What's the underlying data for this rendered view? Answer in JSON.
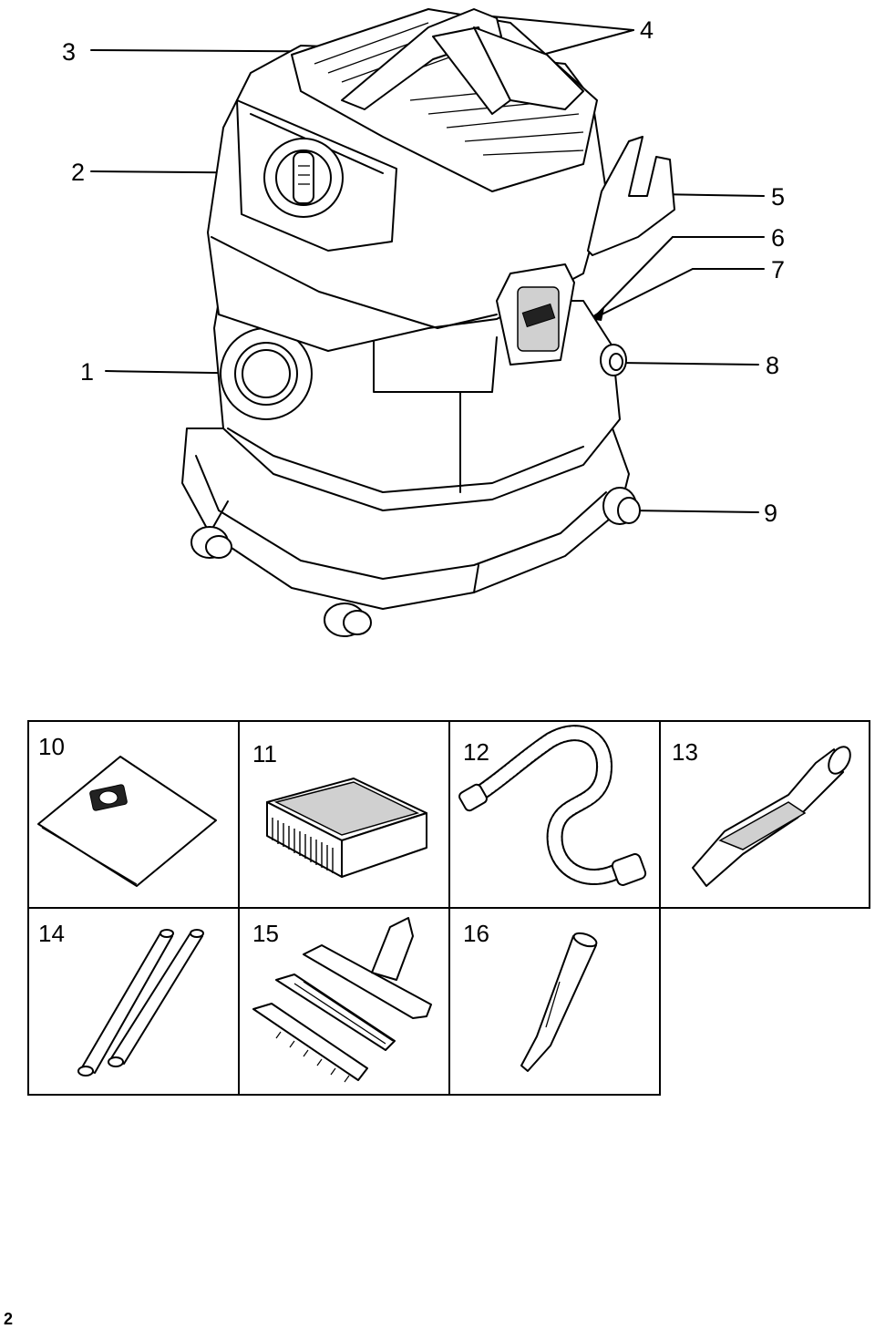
{
  "main_figure": {
    "callouts": [
      "1",
      "2",
      "3",
      "4",
      "5",
      "6",
      "7",
      "8",
      "9"
    ]
  },
  "accessories": [
    {
      "number": "10",
      "icon": "filter-bag-icon"
    },
    {
      "number": "11",
      "icon": "flat-pleated-filter-icon"
    },
    {
      "number": "12",
      "icon": "suction-hose-icon"
    },
    {
      "number": "13",
      "icon": "elbow-handle-icon"
    },
    {
      "number": "14",
      "icon": "suction-tubes-icon"
    },
    {
      "number": "15",
      "icon": "floor-nozzle-icon"
    },
    {
      "number": "16",
      "icon": "crevice-nozzle-icon"
    }
  ],
  "page_number": "2"
}
